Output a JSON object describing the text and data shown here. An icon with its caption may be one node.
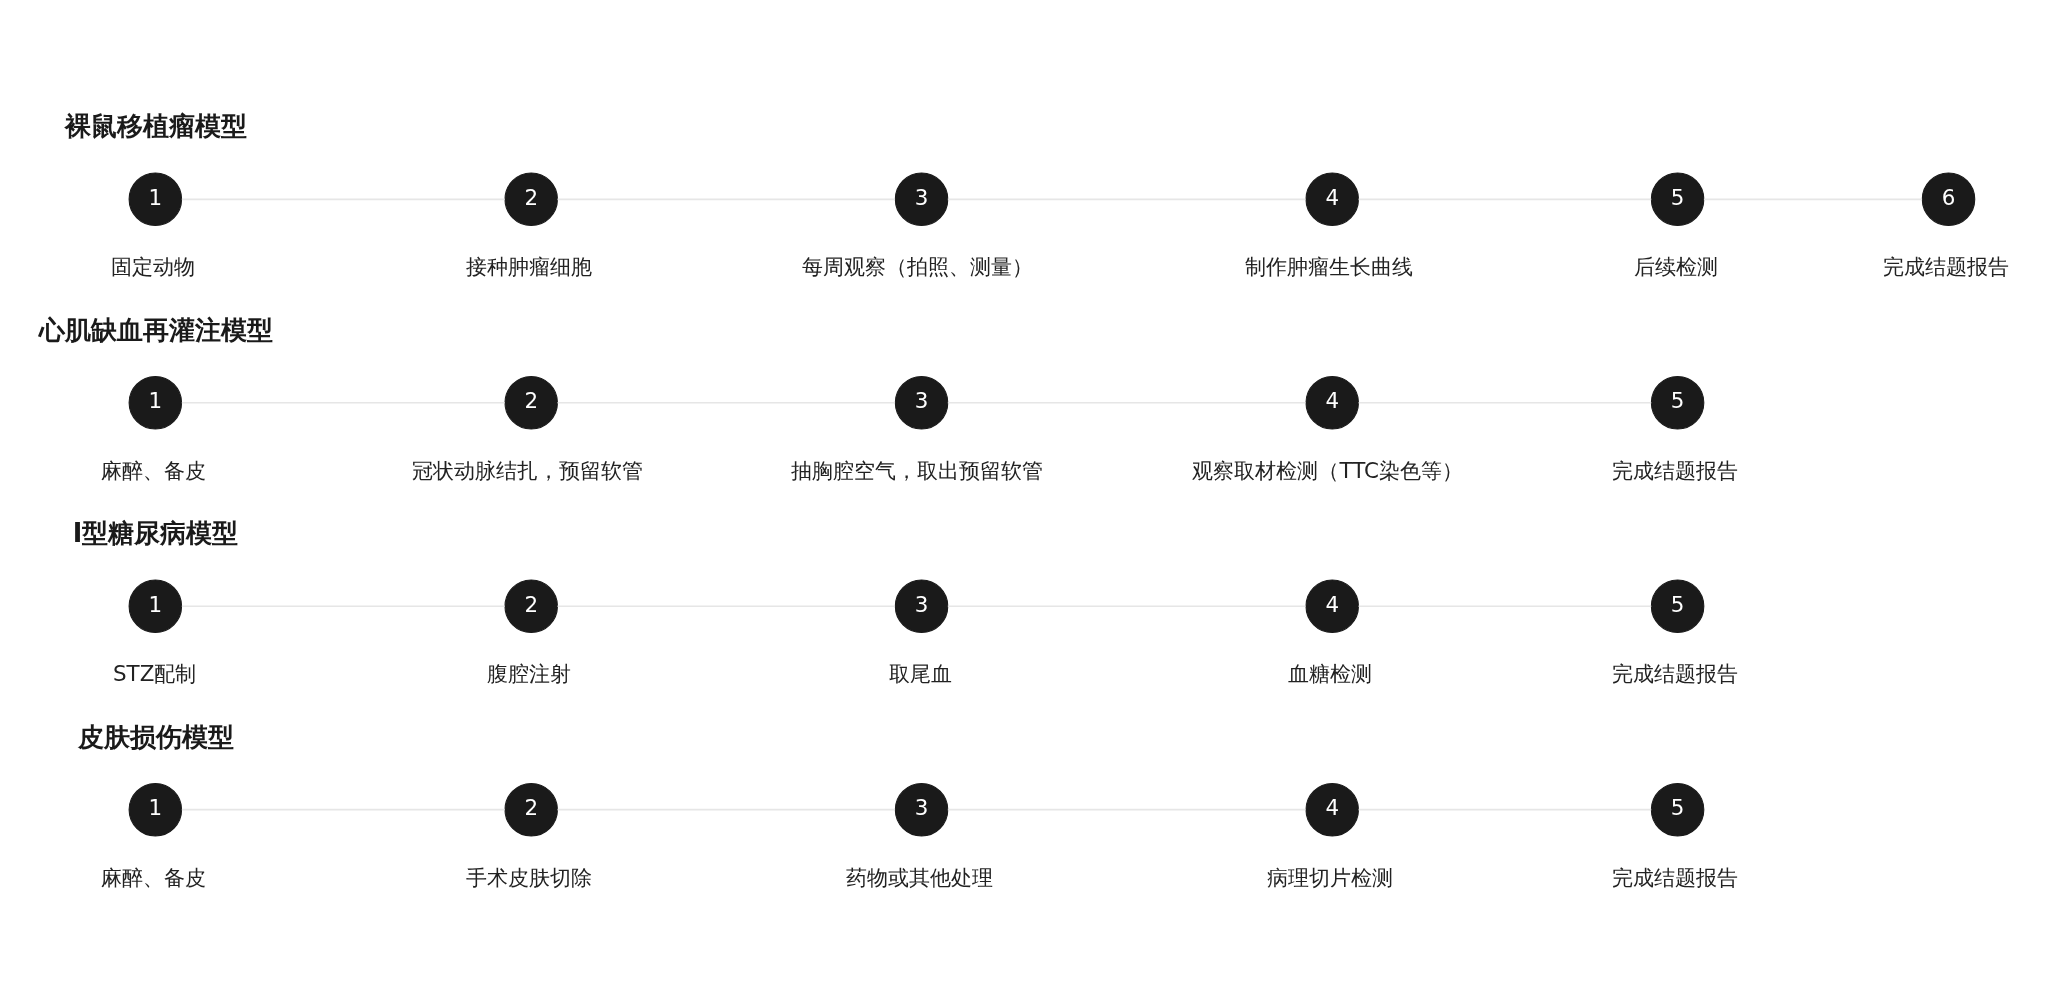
{
  "diagram": {
    "nodes": [
      {
        "text": [
          "1"
        ],
        "beside": [
          "固定动物"
        ]
      },
      {
        "text": [
          "2"
        ],
        "beside": [
          "接种肿瘤细胞"
        ]
      },
      {
        "text": [
          "3"
        ],
        "beside": [
          "每周观察（拍照、测量）"
        ]
      },
      {
        "text": [
          "4"
        ],
        "beside": [
          "制作肿瘤生长曲线"
        ]
      },
      {
        "text": [
          "5"
        ],
        "beside": [
          "后续检测"
        ]
      },
      {
        "text": [
          "6"
        ],
        "beside": [
          "完成结题报告"
        ]
      },
      {
        "text": [
          "1"
        ],
        "beside": [
          "麻醉、备皮"
        ]
      },
      {
        "text": [
          "2"
        ],
        "beside": [
          "冠状动脉结扎，预留软管"
        ]
      },
      {
        "text": [
          "3"
        ],
        "beside": [
          "抽胸腔空气，取出预留软管"
        ]
      },
      {
        "text": [
          "4"
        ],
        "beside": [
          "观察取材检测（TTC染色等）"
        ]
      },
      {
        "text": [
          "5"
        ],
        "beside": [
          "完成结题报告"
        ]
      },
      {
        "text": [
          "1"
        ],
        "beside": [
          "STZ配制"
        ]
      },
      {
        "text": [
          "2"
        ],
        "beside": [
          "腹腔注射"
        ]
      },
      {
        "text": [
          "3"
        ],
        "beside": [
          "取尾血"
        ]
      },
      {
        "text": [
          "4"
        ],
        "beside": [
          "血糖检测"
        ]
      },
      {
        "text": [
          "5"
        ],
        "beside": [
          "完成结题报告"
        ]
      },
      {
        "text": [
          "1"
        ],
        "beside": [
          "麻醉、备皮"
        ]
      },
      {
        "text": [
          "2"
        ],
        "beside": [
          "手术皮肤切除"
        ]
      },
      {
        "text": [
          "3"
        ],
        "beside": [
          "药物或其他处理"
        ]
      },
      {
        "text": [
          "4"
        ],
        "beside": [
          "病理切片检测"
        ]
      },
      {
        "text": [
          "5"
        ],
        "beside": [
          "完成结题报告"
        ]
      }
    ],
    "edges": [
      {
        "from": 0,
        "to": 1,
        "arrow": "none"
      },
      {
        "from": 1,
        "to": 2,
        "arrow": "none"
      },
      {
        "from": 2,
        "to": 3,
        "arrow": "none"
      },
      {
        "from": 3,
        "to": 4,
        "arrow": "none"
      },
      {
        "from": 4,
        "to": 5,
        "arrow": "none"
      },
      {
        "from": 6,
        "to": 7,
        "arrow": "none"
      },
      {
        "from": 7,
        "to": 8,
        "arrow": "none"
      },
      {
        "from": 8,
        "to": 9,
        "arrow": "none"
      },
      {
        "from": 9,
        "to": 10,
        "arrow": "none"
      },
      {
        "from": 11,
        "to": 12,
        "arrow": "none"
      },
      {
        "from": 12,
        "to": 13,
        "arrow": "none"
      },
      {
        "from": 13,
        "to": 14,
        "arrow": "none"
      },
      {
        "from": 14,
        "to": 15,
        "arrow": "none"
      },
      {
        "from": 16,
        "to": 17,
        "arrow": "none"
      },
      {
        "from": 17,
        "to": 18,
        "arrow": "none"
      },
      {
        "from": 18,
        "to": 19,
        "arrow": "none"
      },
      {
        "from": 19,
        "to": 20,
        "arrow": "none"
      }
    ],
    "labels": [
      "裸鼠移植瘤模型",
      "心肌缺血再灌注模型",
      "I型糖尿病模型",
      "皮肤损伤模型"
    ]
  }
}
